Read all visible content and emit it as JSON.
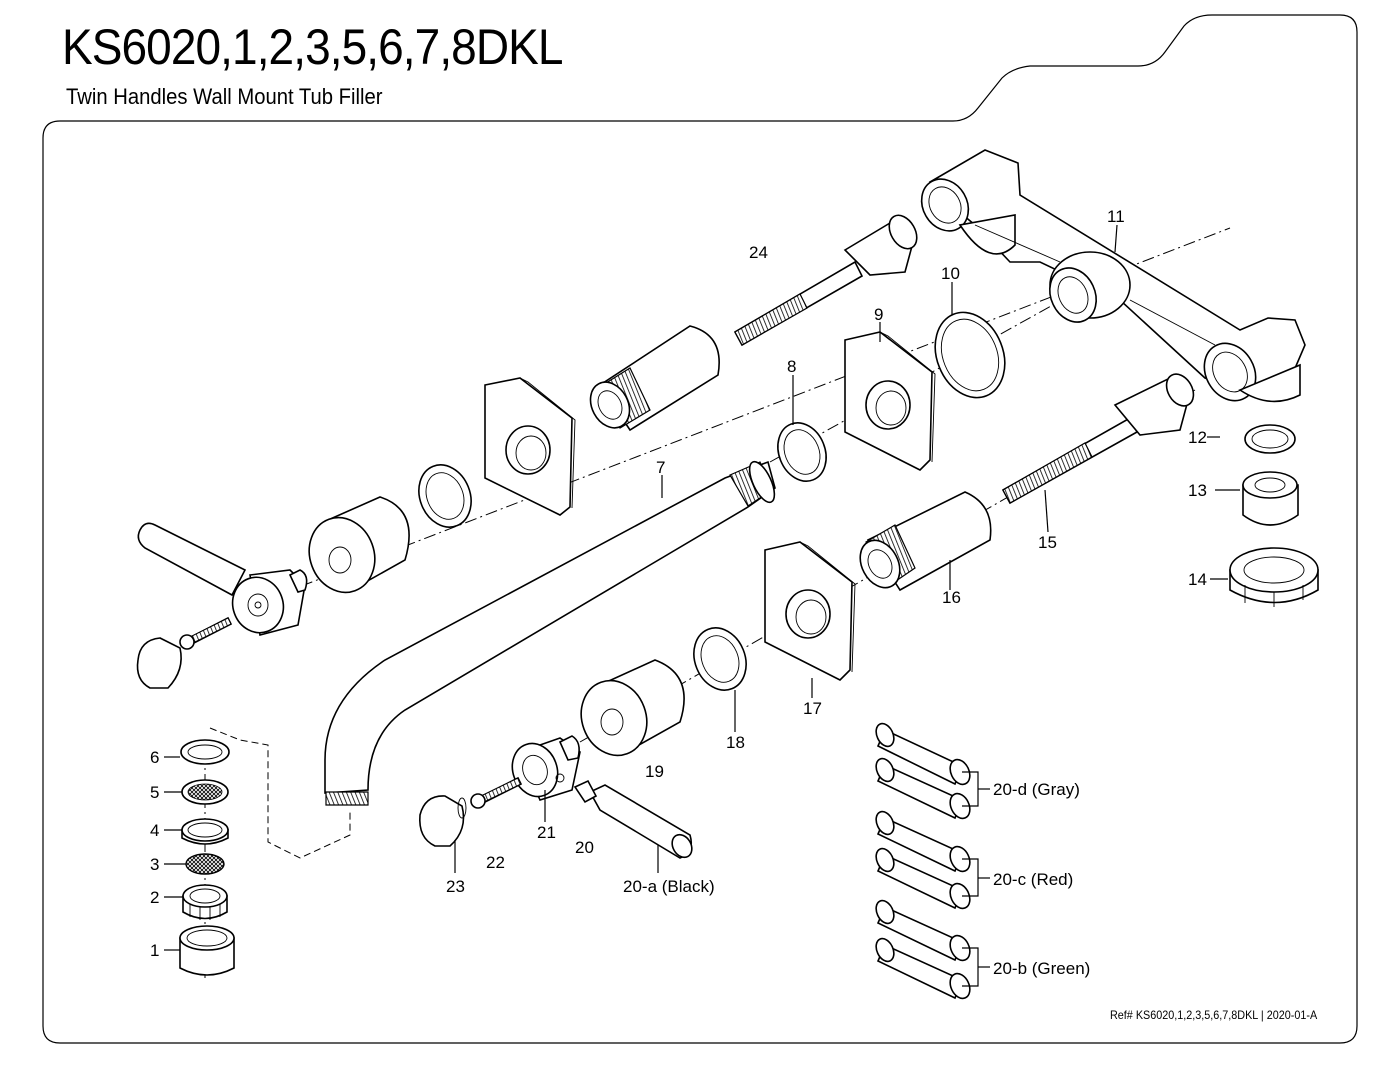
{
  "header": {
    "title": "KS6020,1,2,3,5,6,7,8DKL",
    "subtitle": "Twin Handles Wall Mount Tub Filler"
  },
  "footer": {
    "ref": "Ref# KS6020,1,2,3,5,6,7,8DKL | 2020-01-A"
  },
  "callouts": {
    "p1": "1",
    "p2": "2",
    "p3": "3",
    "p4": "4",
    "p5": "5",
    "p6": "6",
    "p7": "7",
    "p8": "8",
    "p9": "9",
    "p10": "10",
    "p11": "11",
    "p12": "12",
    "p13": "13",
    "p14": "14",
    "p15": "15",
    "p16": "16",
    "p17": "17",
    "p18": "18",
    "p19": "19",
    "p20": "20",
    "p21": "21",
    "p22": "22",
    "p23": "23",
    "p24": "24",
    "p20a": "20-a (Black)",
    "p20b": "20-b (Green)",
    "p20c": "20-c (Red)",
    "p20d": "20-d (Gray)"
  }
}
